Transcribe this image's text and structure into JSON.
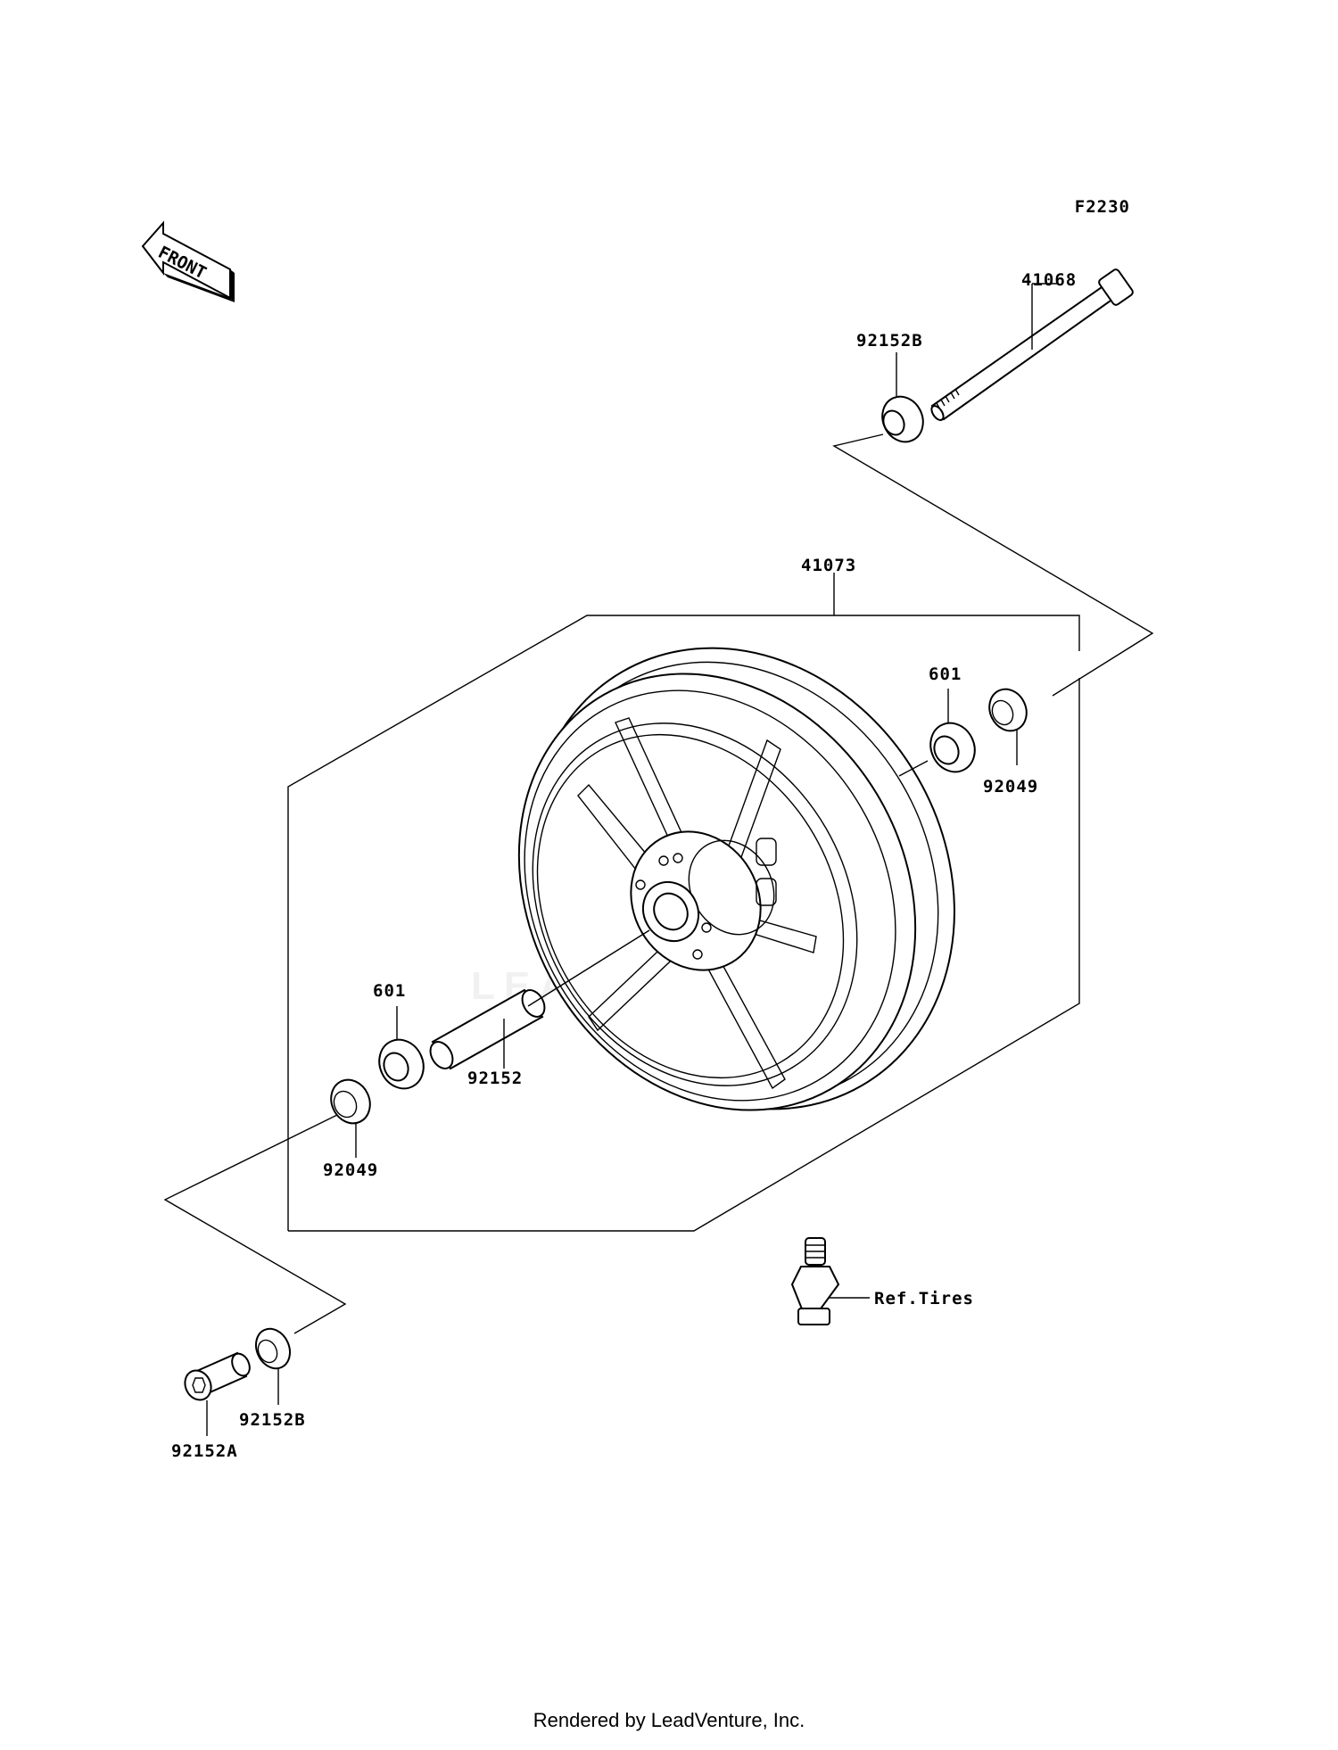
{
  "diagram_code": "F2230",
  "front_label": "FRONT",
  "watermark": "LEADVENTURE",
  "footer": "Rendered by LeadVenture, Inc.",
  "parts": {
    "axle": "41068",
    "collar_top": "92152B",
    "wheel": "41073",
    "bearing_right": "601",
    "seal_right": "92049",
    "bearing_left": "601",
    "spacer": "92152",
    "seal_left": "92049",
    "collar_bottom": "92152B",
    "collar_a": "92152A",
    "valve_ref": "Ref.Tires"
  }
}
